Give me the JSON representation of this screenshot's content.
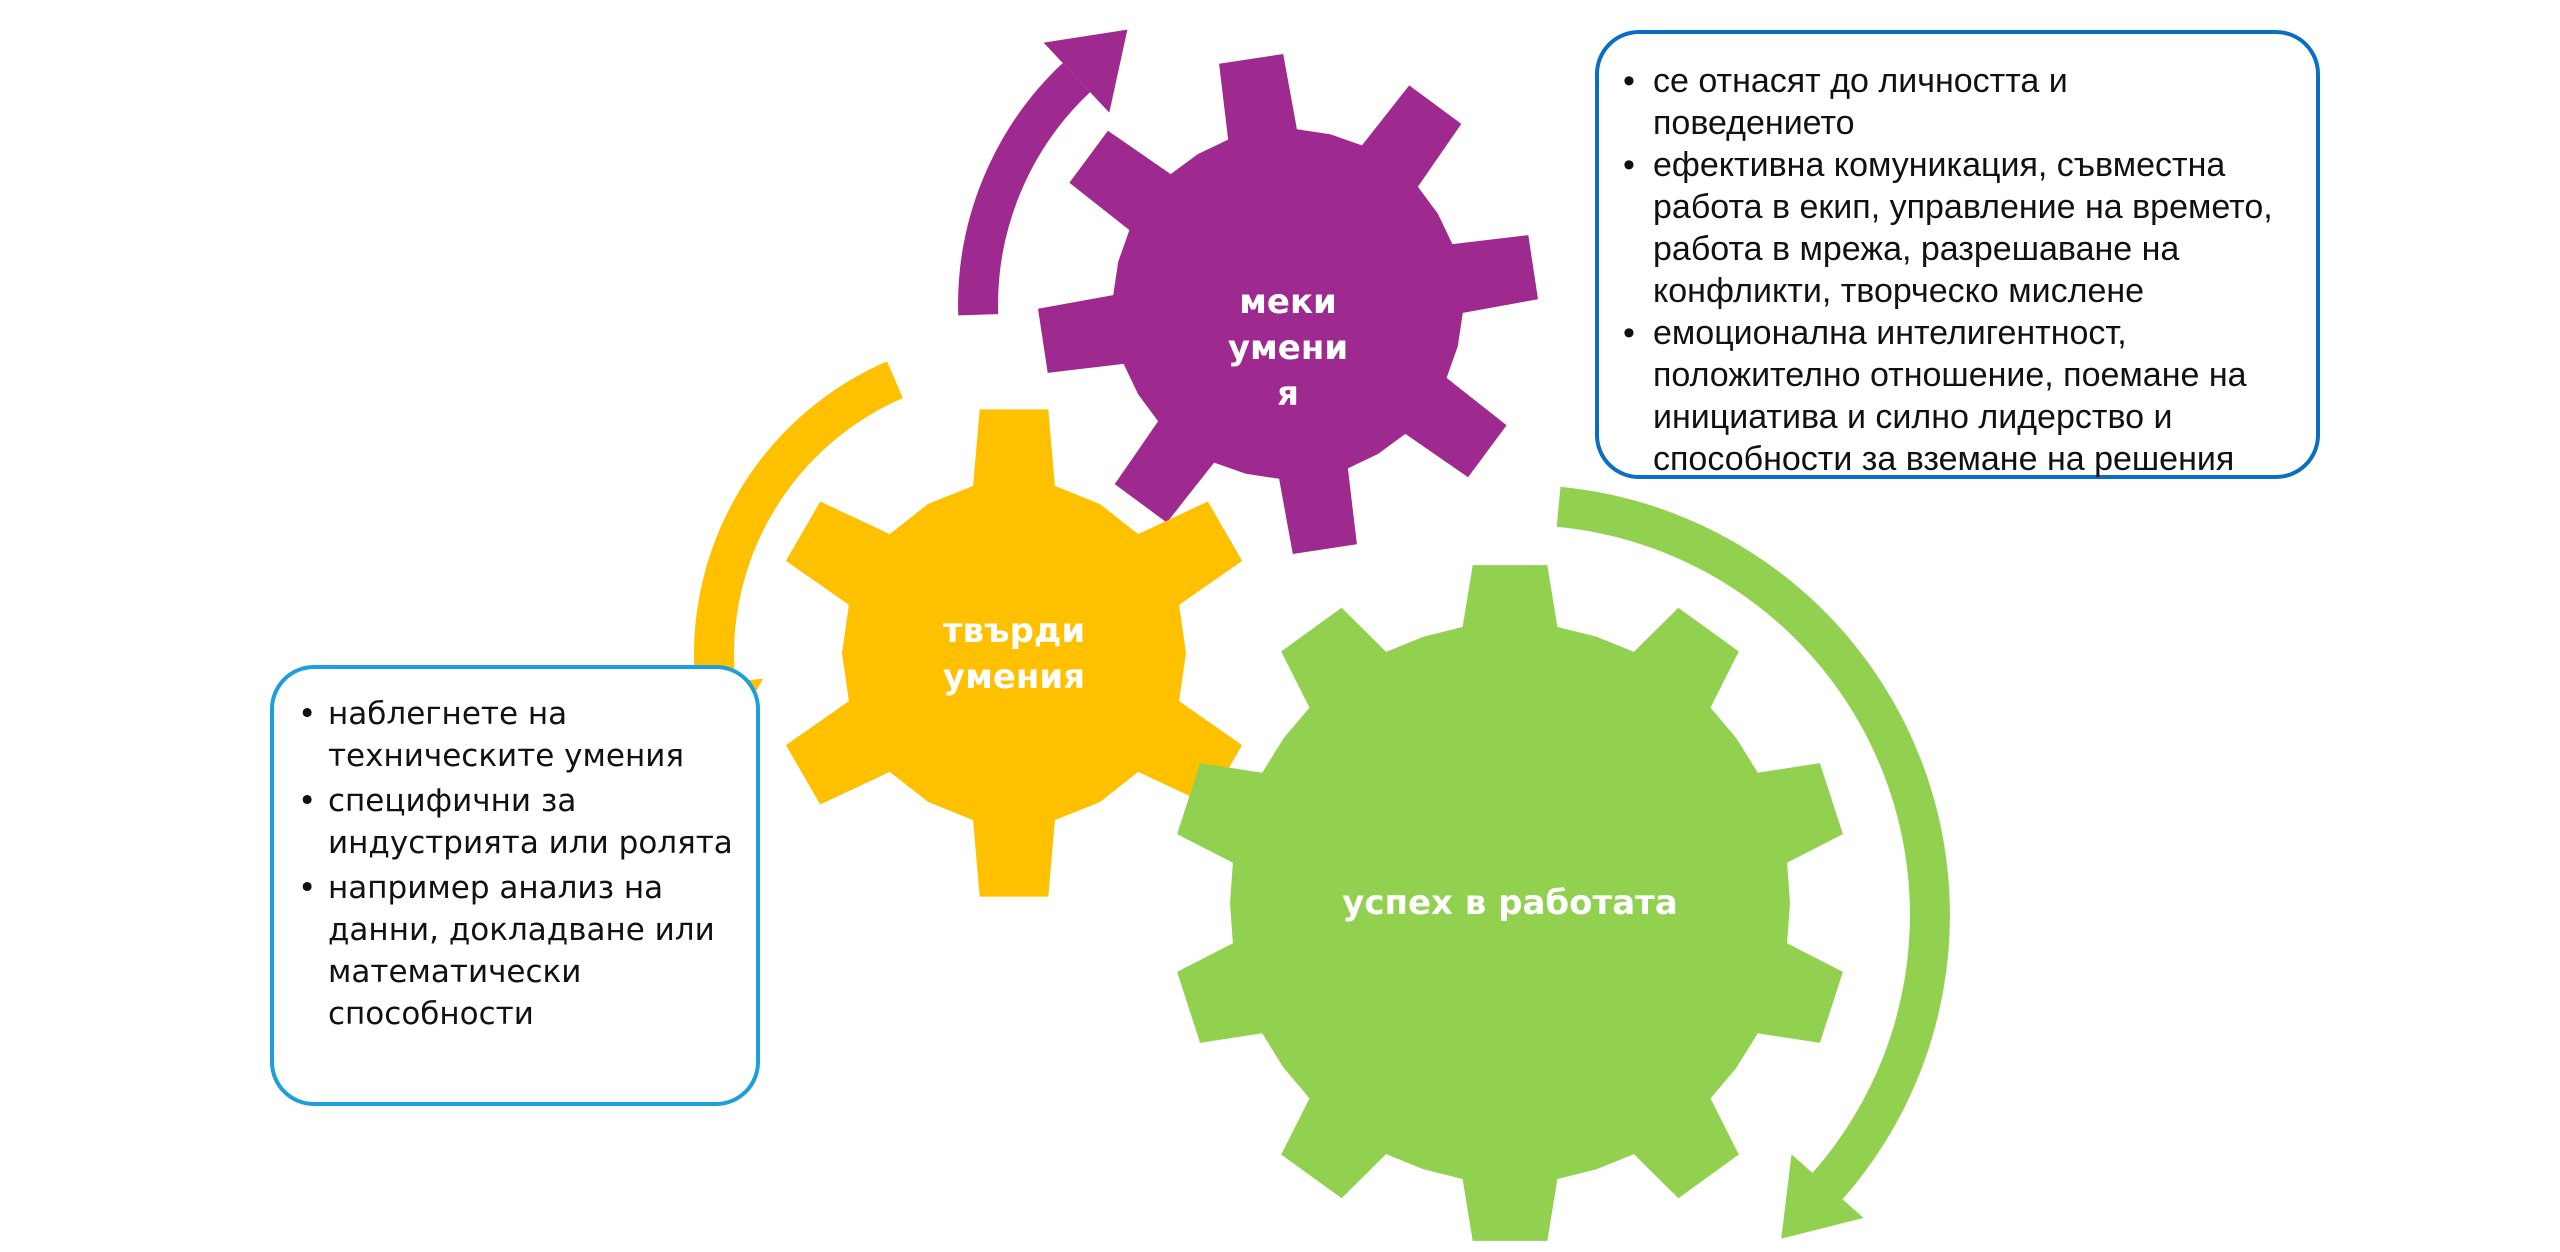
{
  "colors": {
    "soft": "#9E2A8F",
    "hard": "#FFC000",
    "success": "#92D050",
    "right_box_border": "#0A6FC2",
    "left_box_border": "#1BA0DB"
  },
  "gears": {
    "soft_skills": {
      "lines": [
        "меки",
        "умени",
        "я"
      ]
    },
    "hard_skills": {
      "lines": [
        "твърди",
        "умения"
      ]
    },
    "success": {
      "lines": [
        "успех в работата"
      ]
    }
  },
  "soft_box": {
    "items": [
      "се отнасят до личността и поведението",
      "ефективна комуникация, съвместна работа в екип, управление на времето, работа в мрежа, разрешаване на конфликти, творческо мислене",
      "емоционална интелигентност, положително отношение, поемане на инициатива и силно лидерство и способности за вземане на решения"
    ]
  },
  "hard_box": {
    "items": [
      "наблегнете на техническите умения",
      "специфични за индустрията или ролята",
      "например анализ на данни, докладване или математически способности"
    ]
  }
}
